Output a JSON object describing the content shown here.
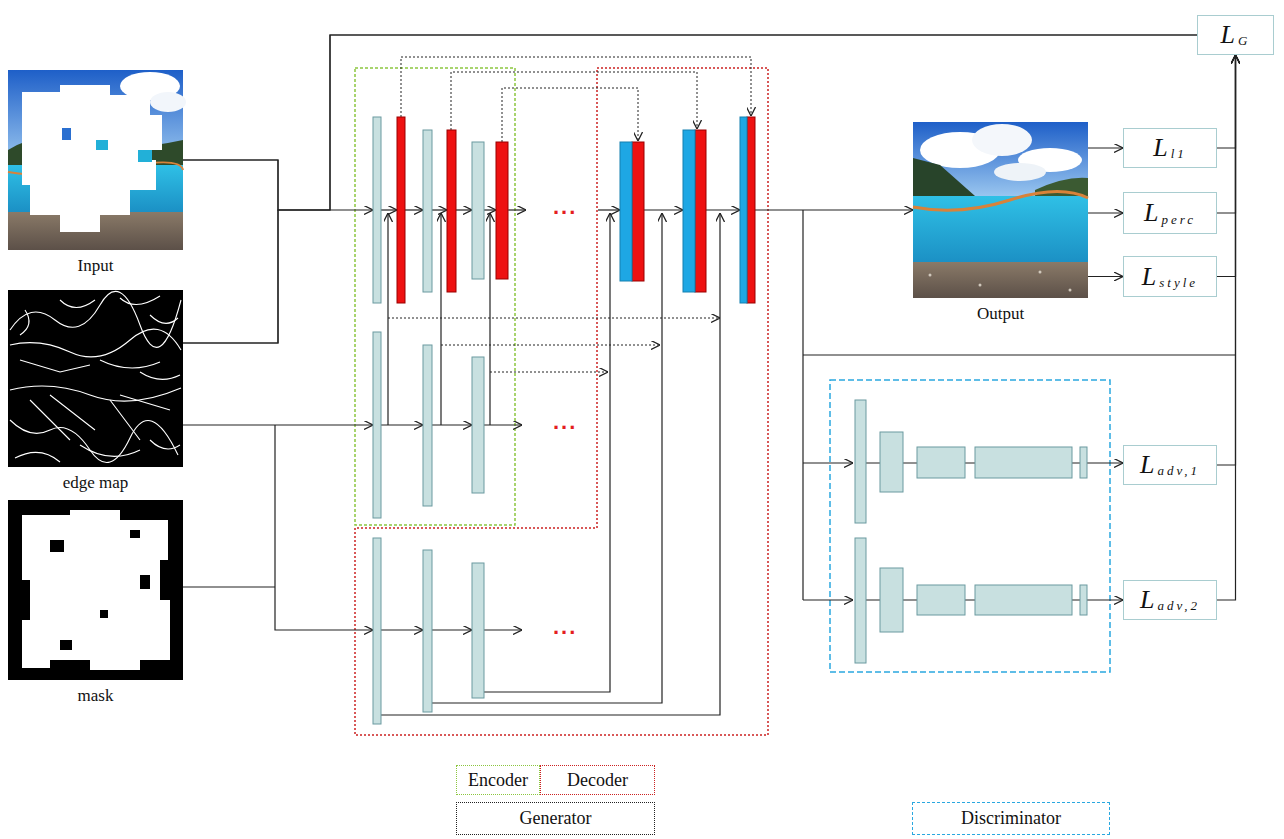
{
  "diagram": {
    "nodes": [
      {
        "text": [
          "Input"
        ]
      },
      {
        "text": [
          "edge map"
        ]
      },
      {
        "text": [
          "mask"
        ]
      },
      {
        "text": [
          "Output"
        ]
      },
      {
        "text": [
          "L",
          "G"
        ]
      },
      {
        "text": [
          "L",
          "l1"
        ]
      },
      {
        "text": [
          "L",
          "perc"
        ]
      },
      {
        "text": [
          "L",
          "style"
        ]
      },
      {
        "text": [
          "L",
          "adv,1"
        ]
      },
      {
        "text": [
          "L",
          "adv,2"
        ]
      }
    ],
    "edges": [
      {
        "from": 0,
        "to": 4,
        "arrow": "none"
      },
      {
        "from": 1,
        "to": 4,
        "arrow": "none"
      },
      {
        "from": 3,
        "to": 5,
        "arrow": "to"
      },
      {
        "from": 3,
        "to": 6,
        "arrow": "to"
      },
      {
        "from": 3,
        "to": 7,
        "arrow": "to"
      },
      {
        "from": 5,
        "to": 4,
        "arrow": "to"
      },
      {
        "from": 6,
        "to": 4,
        "arrow": "to"
      },
      {
        "from": 7,
        "to": 4,
        "arrow": "to"
      },
      {
        "from": 8,
        "to": 4,
        "arrow": "to"
      },
      {
        "from": 9,
        "to": 4,
        "arrow": "to"
      }
    ],
    "labels": [
      "...",
      "...",
      "..."
    ],
    "legend": [
      {
        "text": "Encoder"
      },
      {
        "text": "Decoder"
      },
      {
        "text": "Generator"
      },
      {
        "text": "Discriminator"
      }
    ]
  }
}
